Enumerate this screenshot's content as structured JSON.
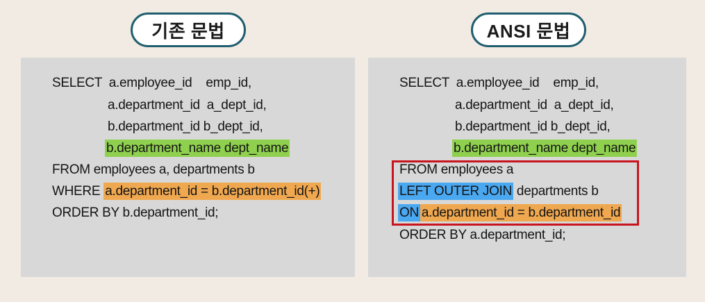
{
  "left": {
    "title": "기존 문법",
    "lines": {
      "l1": "SELECT  a.employee_id    emp_id,",
      "l2": "a.department_id  a_dept_id,",
      "l3": "b.department_id b_dept_id,",
      "l4": "b.department_name dept_name",
      "l5": "FROM employees a, departments b",
      "l6_kw": "WHERE ",
      "l6_hl": "a.department_id = b.department_id(+)",
      "l7": "ORDER BY b.department_id;"
    }
  },
  "right": {
    "title": "ANSI 문법",
    "lines": {
      "l1": "SELECT  a.employee_id    emp_id,",
      "l2": "a.department_id  a_dept_id,",
      "l3": "b.department_id b_dept_id,",
      "l4": "b.department_name dept_name",
      "l5": "FROM employees a",
      "l6_hl": "LEFT OUTER JOIN",
      "l6_rest": " departments b",
      "l7_hl": "ON",
      "l7_hl2": "a.department_id = b.department_id",
      "l8": "ORDER BY a.department_id;"
    }
  },
  "colors": {
    "background": "#f2ebe4",
    "panel": "#d8d8d8",
    "pill_border": "#1f5e6e",
    "highlight_green": "#8fd14f",
    "highlight_orange": "#f0a850",
    "highlight_blue": "#4aa8f0",
    "box_red": "#c8141e"
  }
}
